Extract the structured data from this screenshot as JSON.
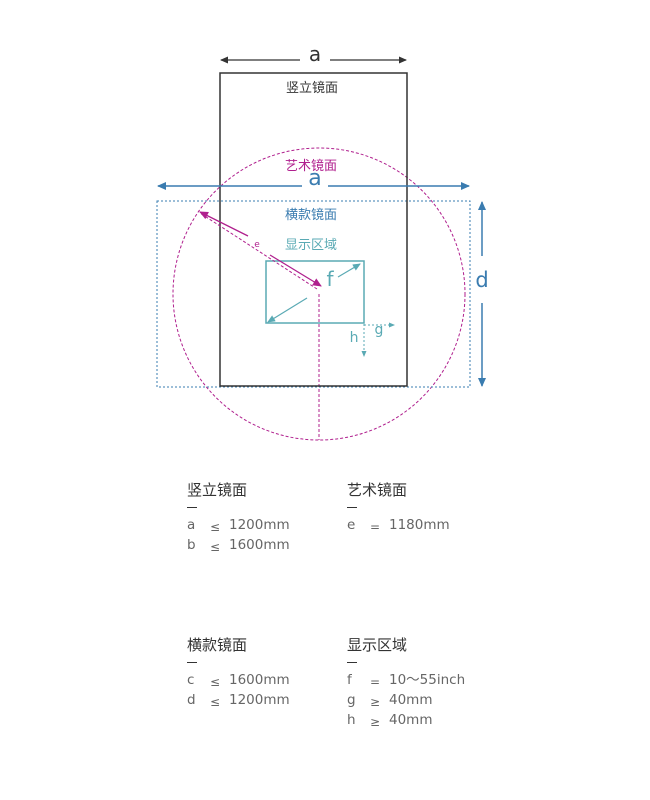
{
  "colors": {
    "black": "#333333",
    "magenta": "#b0208e",
    "blue": "#3a7cb0",
    "teal": "#5aaab4",
    "gray": "#666666"
  },
  "diagram": {
    "vertical_mirror_label": "竖立镜面",
    "art_mirror_label": "艺术镜面",
    "horizontal_mirror_label": "横款镜面",
    "display_area_label": "显示区域",
    "dim_a_top": "a",
    "dim_a_mid": "a",
    "dim_d": "d",
    "dim_e": "e",
    "dim_f": "f",
    "dim_g": "g",
    "dim_h": "h"
  },
  "specs": {
    "vertical": {
      "title": "竖立镜面",
      "rows": [
        {
          "var": "a",
          "op": "≤",
          "value": "1200mm"
        },
        {
          "var": "b",
          "op": "≤",
          "value": "1600mm"
        }
      ]
    },
    "art": {
      "title": "艺术镜面",
      "rows": [
        {
          "var": "e",
          "op": "=",
          "value": "1180mm"
        }
      ]
    },
    "horizontal": {
      "title": "横款镜面",
      "rows": [
        {
          "var": "c",
          "op": "≤",
          "value": "1600mm"
        },
        {
          "var": "d",
          "op": "≤",
          "value": "1200mm"
        }
      ]
    },
    "display": {
      "title": "显示区域",
      "rows": [
        {
          "var": "f",
          "op": "=",
          "value": "10～55inch"
        },
        {
          "var": "g",
          "op": "≥",
          "value": "40mm"
        },
        {
          "var": "h",
          "op": "≥",
          "value": "40mm"
        }
      ]
    }
  }
}
